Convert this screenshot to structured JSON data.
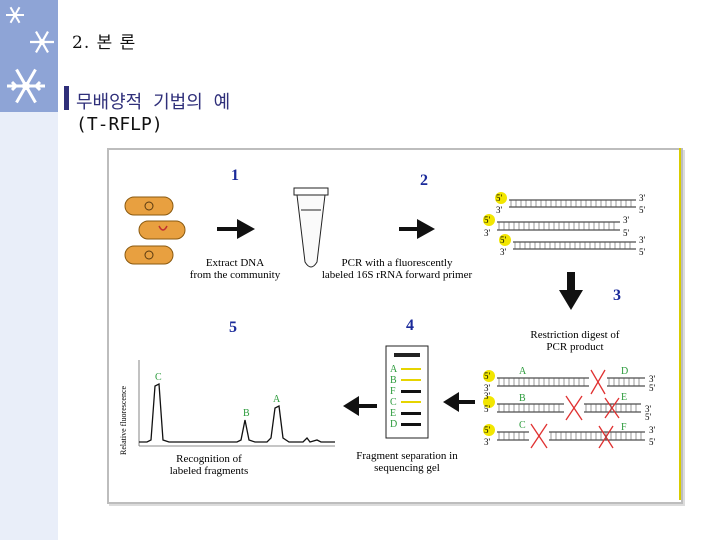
{
  "slide": {
    "title": "2. 본 론",
    "subtitle_line1": "무배양적 기법의 예",
    "subtitle_line2": "(T-RFLP)"
  },
  "colors": {
    "sidebar": "#e9eef9",
    "sidebar_top": "#8ea4d6",
    "step_number": "#1a2a9a",
    "primer_highlight": "#f2e600",
    "fragment_label": "#2a9a3a",
    "cut_mark": "#e03030",
    "cell": "#e8a040"
  },
  "diagram": {
    "steps": {
      "s1": "1",
      "s2": "2",
      "s3": "3",
      "s4": "4",
      "s5": "5"
    },
    "labels": {
      "extract_1": "Extract DNA",
      "extract_2": "from the community",
      "pcr_1": "PCR with a fluorescently",
      "pcr_2": "labeled 16S rRNA forward primer",
      "digest_1": "Restriction digest of",
      "digest_2": "PCR product",
      "gel_1": "Fragment separation in",
      "gel_2": "sequencing gel",
      "recog_1": "Recognition of",
      "recog_2": "labeled fragments",
      "yaxis": "Relative fluorescence"
    },
    "ends": {
      "five": "5'",
      "three": "3'"
    },
    "fragments": {
      "A": "A",
      "B": "B",
      "C": "C",
      "D": "D",
      "E": "E",
      "F": "F"
    },
    "gel_bands": [
      "A",
      "B",
      "F",
      "C",
      "E",
      "D"
    ],
    "peaks": {
      "C": "C",
      "B": "B",
      "A": "A"
    }
  }
}
